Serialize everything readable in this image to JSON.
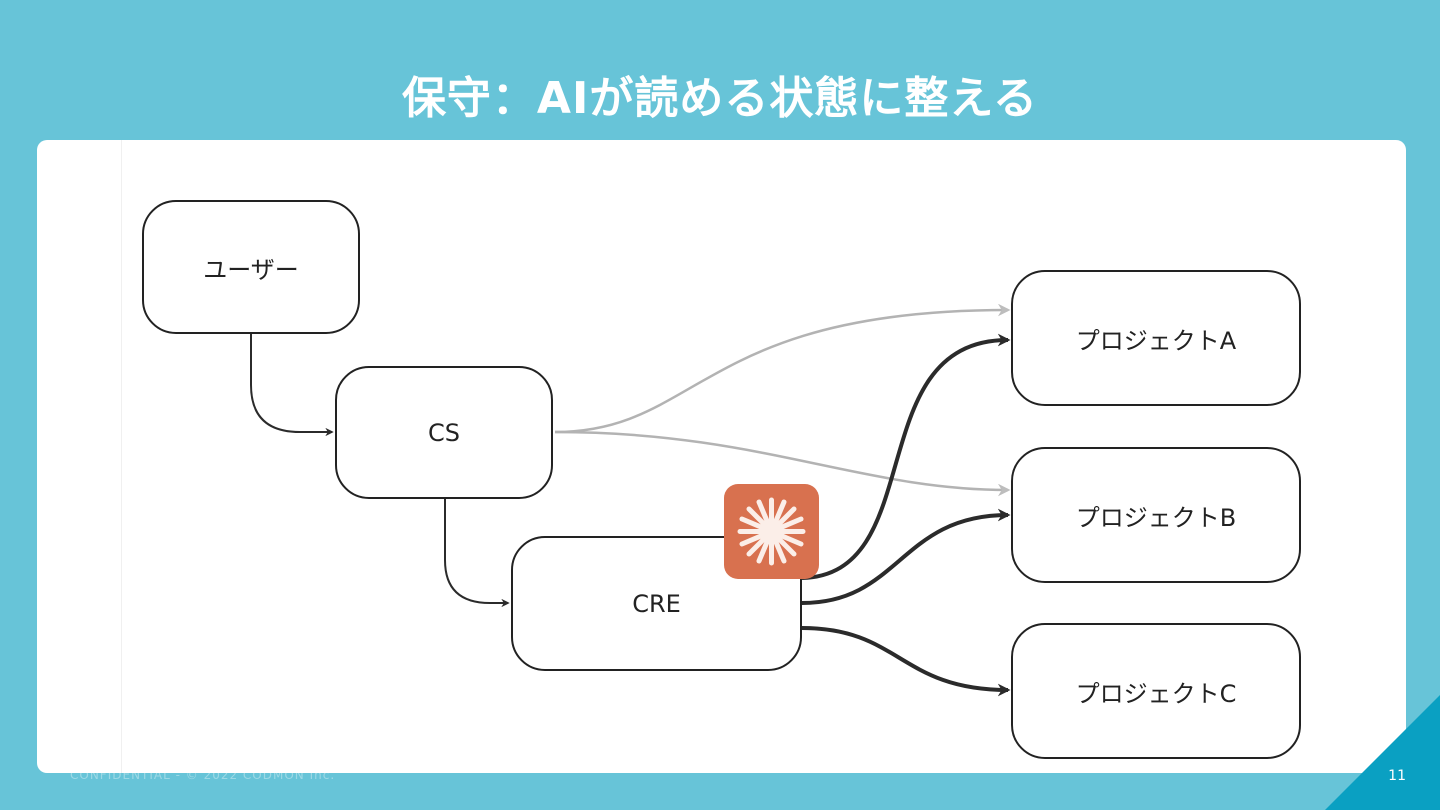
{
  "slide": {
    "title": "保守：AIが読める状態に整える",
    "page_number": "11",
    "footer": "CONFIDENTIAL - © 2022 CODMON Inc."
  },
  "diagram": {
    "nodes": {
      "user": "ユーザー",
      "cs": "CS",
      "cre": "CRE",
      "project_a": "プロジェクトA",
      "project_b": "プロジェクトB",
      "project_c": "プロジェクトC"
    },
    "edges": [
      {
        "from": "user",
        "to": "cs",
        "style": "solid-dark"
      },
      {
        "from": "cs",
        "to": "cre",
        "style": "solid-dark"
      },
      {
        "from": "cs",
        "to": "project_a",
        "style": "light-gray"
      },
      {
        "from": "cs",
        "to": "project_b",
        "style": "light-gray"
      },
      {
        "from": "cre",
        "to": "project_a",
        "style": "bold-dark"
      },
      {
        "from": "cre",
        "to": "project_b",
        "style": "bold-dark"
      },
      {
        "from": "cre",
        "to": "project_c",
        "style": "bold-dark"
      }
    ],
    "badge_icon": "ai-sparkle-icon",
    "colors": {
      "background": "#67c4d8",
      "badge": "#d8714f",
      "corner": "#0aa0c2",
      "edge_dark": "#2b2b2b",
      "edge_light": "#b3b3b3"
    }
  }
}
